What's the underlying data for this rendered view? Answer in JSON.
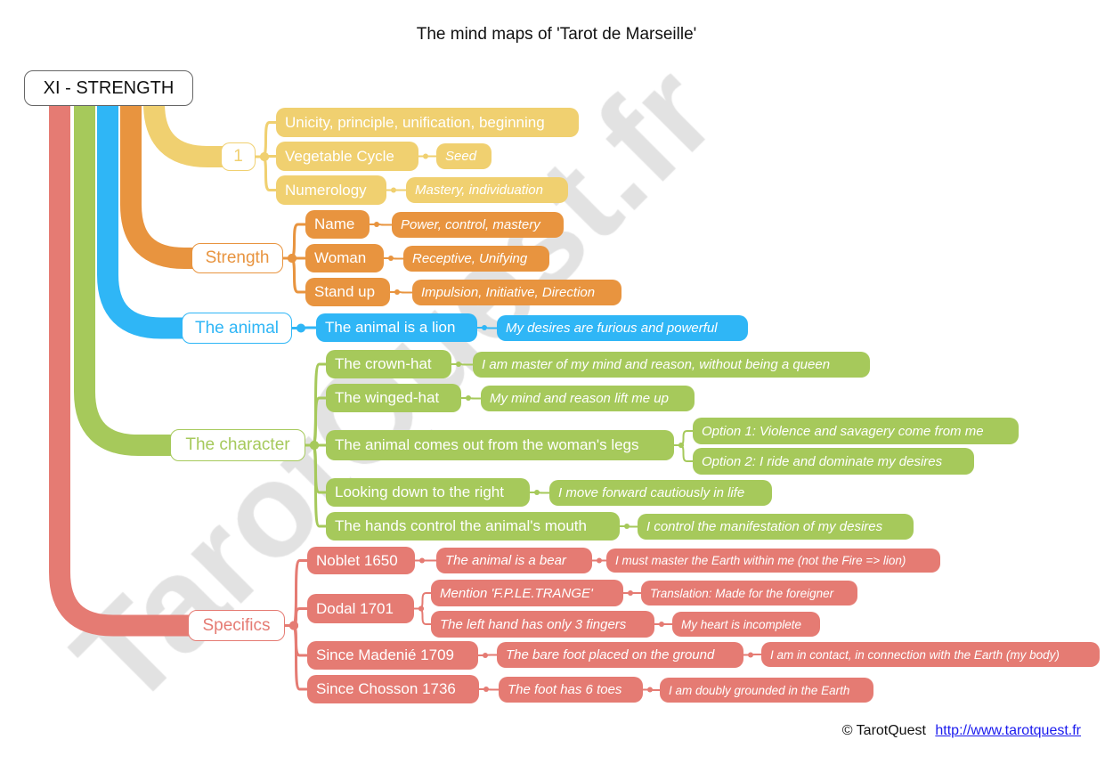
{
  "title": "The mind maps of 'Tarot de Marseille'",
  "watermark": "TarotQuest.fr",
  "colors": {
    "yellow": "#f0d070",
    "orange": "#e8943f",
    "blue": "#2fb6f6",
    "green": "#a6c95b",
    "red": "#e57b73"
  },
  "root": "XI - STRENGTH",
  "branches": {
    "number": {
      "label": "1",
      "children": {
        "unicity": {
          "label": "Unicity, principle, unification, beginning"
        },
        "vegetable": {
          "label": "Vegetable Cycle",
          "detail": "Seed"
        },
        "numerology": {
          "label": "Numerology",
          "detail": "Mastery, individuation"
        }
      }
    },
    "strength": {
      "label": "Strength",
      "children": {
        "name": {
          "label": "Name",
          "detail": "Power, control, mastery"
        },
        "woman": {
          "label": "Woman",
          "detail": "Receptive, Unifying"
        },
        "standup": {
          "label": "Stand up",
          "detail": "Impulsion, Initiative, Direction"
        }
      }
    },
    "animal": {
      "label": "The animal",
      "children": {
        "lion": {
          "label": "The animal is a lion",
          "detail": "My desires are furious and powerful"
        }
      }
    },
    "character": {
      "label": "The character",
      "children": {
        "crown": {
          "label": "The crown-hat",
          "detail": "I am master of my mind and reason, without being a queen"
        },
        "winged": {
          "label": "The winged-hat",
          "detail": "My mind and reason lift me up"
        },
        "comesout": {
          "label": "The animal comes out from the woman's legs",
          "option1": "Option 1: Violence and savagery come from me",
          "option2": "Option 2: I ride and dominate my desires"
        },
        "looking": {
          "label": "Looking down to the right",
          "detail": "I move forward cautiously in life"
        },
        "hands": {
          "label": "The hands control the animal's mouth",
          "detail": "I control the manifestation of my desires"
        }
      }
    },
    "specifics": {
      "label": "Specifics",
      "children": {
        "noblet": {
          "label": "Noblet 1650",
          "detail": "The animal is a bear",
          "meaning": "I must master the Earth within me (not the Fire => lion)"
        },
        "dodal": {
          "label": "Dodal 1701",
          "mention": "Mention 'F.P.LE.TRANGE'",
          "translation": "Translation: Made for the foreigner",
          "lefthand": "The left hand has only 3 fingers",
          "heart": "My heart is incomplete"
        },
        "madenie": {
          "label": "Since Madenié 1709",
          "detail": "The bare foot placed on the ground",
          "meaning": "I am in contact, in connection with the Earth (my body)"
        },
        "chosson": {
          "label": "Since Chosson 1736",
          "detail": "The foot has 6 toes",
          "meaning": "I am doubly grounded in the Earth"
        }
      }
    }
  },
  "footer": {
    "copyright": "© TarotQuest",
    "link": "http://www.tarotquest.fr"
  }
}
